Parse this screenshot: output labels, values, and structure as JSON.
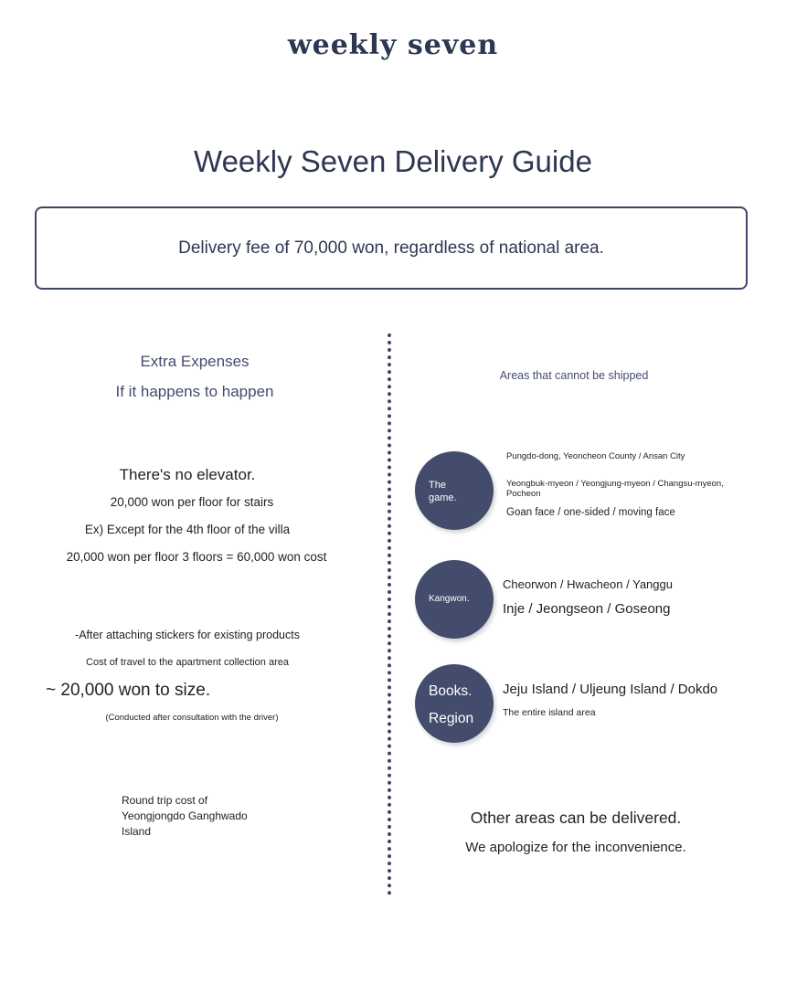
{
  "brand": "weekly seven",
  "title": "Weekly Seven Delivery Guide",
  "fee_notice": "Delivery fee of 70,000 won, regardless of national area.",
  "extra": {
    "heading": "Extra Expenses",
    "subheading": "If it happens to happen",
    "elevator": {
      "title": "There's no elevator.",
      "lines": [
        "20,000 won per floor for stairs",
        "Ex) Except for the 4th floor of the villa",
        "20,000 won per floor 3 floors = 60,000 won cost"
      ]
    },
    "stickers": {
      "line1": "-After attaching stickers for existing products",
      "line2": "Cost of travel to the apartment collection area",
      "amount": "~ 20,000 won to size.",
      "note": "(Conducted after consultation with the driver)"
    },
    "island_cost": {
      "line1": "Round trip cost of",
      "line2": "Yeongjongdo Ganghwado",
      "line3": "Island"
    }
  },
  "unshippable": {
    "heading": "Areas that cannot be shipped",
    "regions": [
      {
        "badge": [
          "The",
          "game."
        ],
        "lines": [
          "Pungdo-dong, Yeoncheon County / Ansan City",
          "Yeongbuk-myeon / Yeongjung-myeon / Changsu-myeon, Pocheon",
          "Goan face / one-sided / moving face"
        ]
      },
      {
        "badge": [
          "Kangwon."
        ],
        "lines": [
          "Cheorwon / Hwacheon / Yanggu",
          "Inje / Jeongseon / Goseong"
        ]
      },
      {
        "badge": [
          "Books.",
          "Region"
        ],
        "lines": [
          "Jeju Island / Uljeung Island / Dokdo",
          "The entire island area"
        ]
      }
    ],
    "other": "Other areas can be delivered.",
    "apology": "We apologize for the inconvenience."
  },
  "colors": {
    "navy": "#434c6c",
    "text": "#222222",
    "border": "#3d4666"
  }
}
